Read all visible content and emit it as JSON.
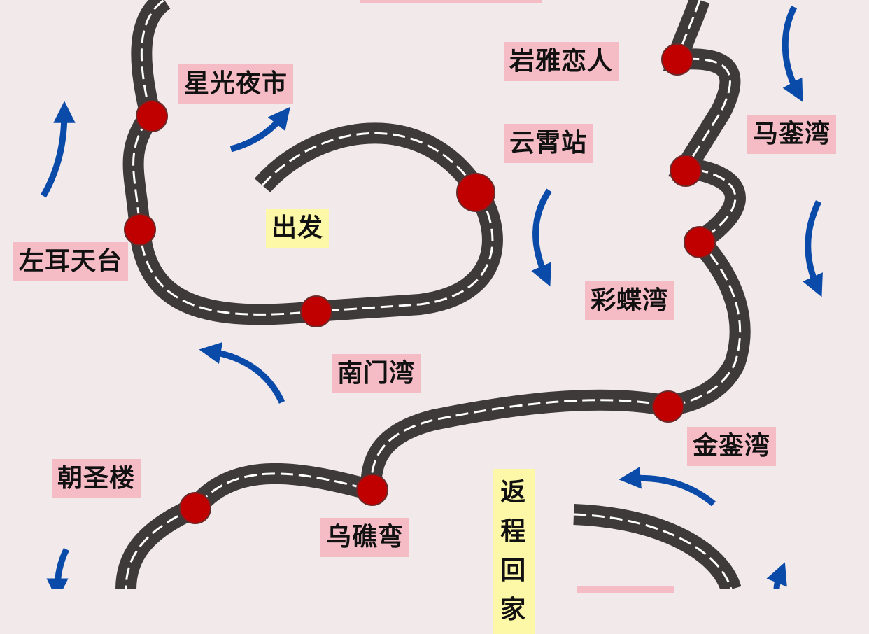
{
  "colors": {
    "background": "#f2e9eb",
    "road": "#3e3a39",
    "stop": "#c00000",
    "label": "#f5bcc6",
    "start_label": "#fdf7a8",
    "arrow": "#0a4aa8"
  },
  "start": "出发",
  "end": "返程回家",
  "stops": [
    "星光夜市",
    "左耳天台",
    "南门湾",
    "云霄站",
    "岩雅恋人",
    "马銮湾",
    "彩蝶湾",
    "金銮湾",
    "乌礁弯",
    "朝圣楼"
  ]
}
